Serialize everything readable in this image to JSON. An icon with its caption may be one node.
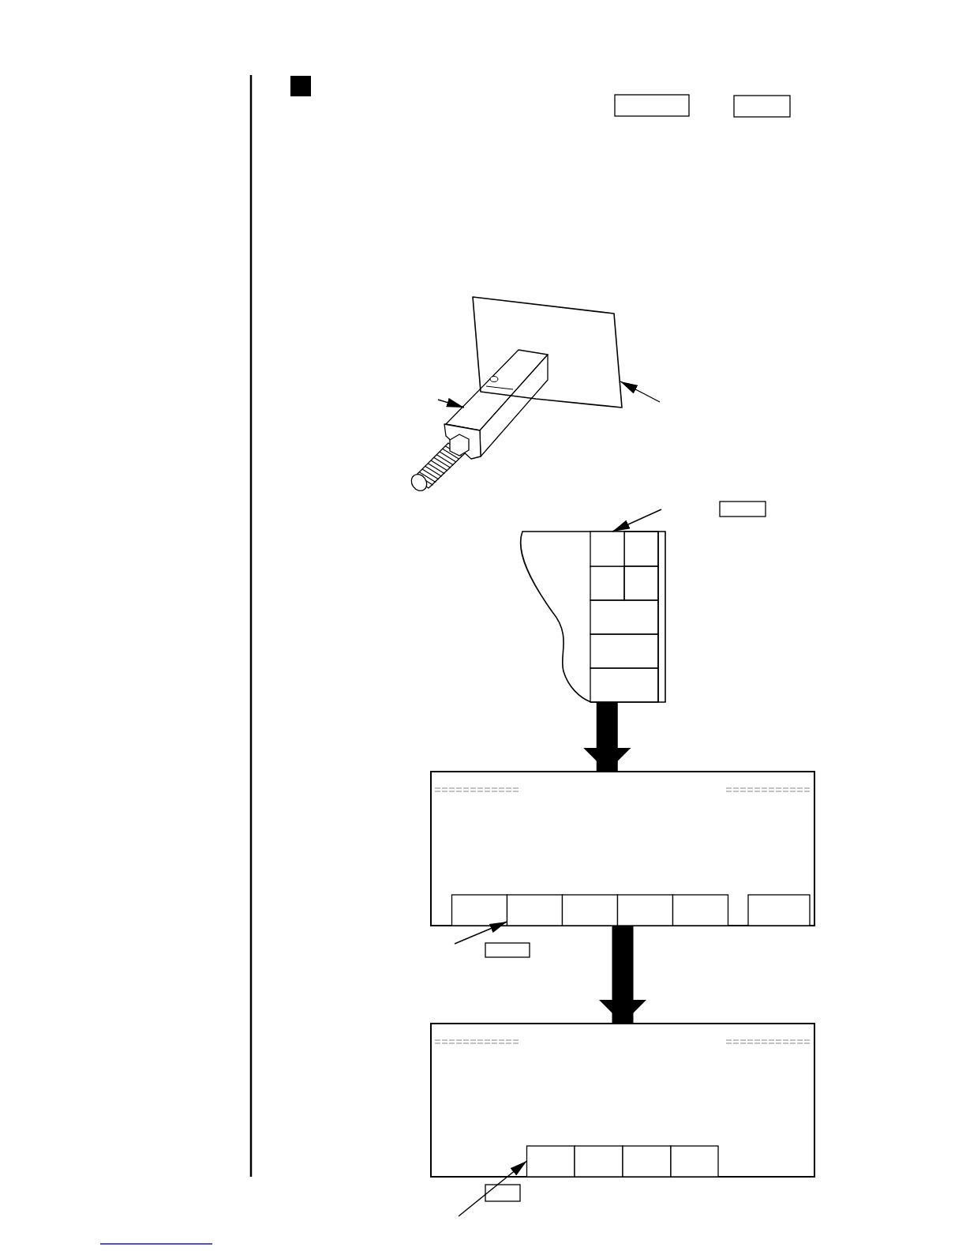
{
  "diagram": {
    "nodes": [
      {
        "text": [],
        "shape": "picture"
      },
      {
        "text": [],
        "shape": "box"
      },
      {
        "text": [],
        "shape": "box"
      },
      {
        "text": [],
        "shape": "box"
      },
      {
        "text": [],
        "shape": "box"
      },
      {
        "text": [],
        "shape": "box"
      },
      {
        "text": [],
        "shape": "box",
        "in": 5
      },
      {
        "text": [],
        "shape": "box"
      },
      {
        "text": [],
        "shape": "box",
        "in": 7
      },
      {
        "text": [],
        "shape": "box",
        "in": 7
      },
      {
        "text": [],
        "shape": "box",
        "in": 7
      },
      {
        "text": [],
        "shape": "box",
        "in": 7
      },
      {
        "text": [],
        "shape": "box",
        "in": 7
      },
      {
        "text": [],
        "shape": "box",
        "in": 7
      },
      {
        "text": [],
        "shape": "box"
      },
      {
        "text": [],
        "shape": "box"
      },
      {
        "text": [],
        "shape": "box",
        "in": 15
      },
      {
        "text": [],
        "shape": "box",
        "in": 15
      },
      {
        "text": [],
        "shape": "box",
        "in": 15
      },
      {
        "text": [],
        "shape": "box",
        "in": 15
      },
      {
        "text": [],
        "shape": "box"
      }
    ],
    "edges": [
      {
        "from": null,
        "to": 0,
        "arrow": "to"
      },
      {
        "from": null,
        "to": 1,
        "arrow": "to"
      },
      {
        "from": null,
        "to": 6,
        "arrow": "to"
      },
      {
        "from": 5,
        "to": 7,
        "arrow": "to",
        "style": "thick"
      },
      {
        "from": null,
        "to": 9,
        "arrow": "to"
      },
      {
        "from": 7,
        "to": 15,
        "arrow": "to",
        "style": "thick"
      },
      {
        "from": null,
        "to": 16,
        "arrow": "to"
      }
    ]
  }
}
